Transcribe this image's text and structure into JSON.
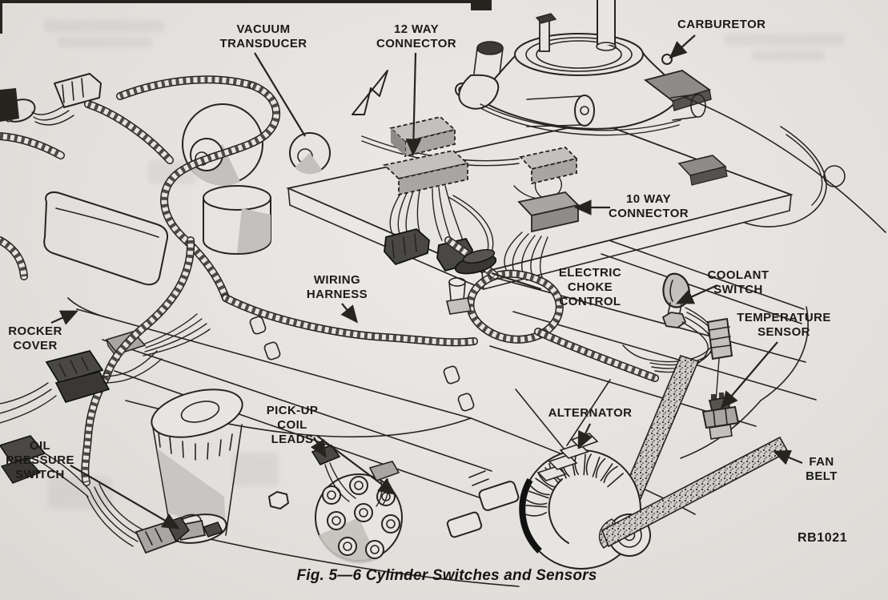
{
  "page": {
    "background_color": "#e5e3df",
    "ink_color": "#26241f"
  },
  "figure": {
    "caption": "Fig. 5—6 Cylinder Switches and Sensors",
    "reference_code": "RB1021"
  },
  "callouts": {
    "vacuum_transducer": "VACUUM\nTRANSDUCER",
    "twelve_way_connector": "12 WAY\nCONNECTOR",
    "carburetor": "CARBURETOR",
    "ten_way_connector": "10 WAY\nCONNECTOR",
    "wiring_harness": "WIRING\nHARNESS",
    "electric_choke_control": "ELECTRIC\nCHOKE\nCONTROL",
    "coolant_switch": "COOLANT\nSWITCH",
    "temperature_sensor": "TEMPERATURE\nSENSOR",
    "rocker_cover": "ROCKER\nCOVER",
    "oil_pressure_switch": "OIL\nPRESSURE\nSWITCH",
    "pick_up_coil_leads": "PICK-UP\nCOIL\nLEADS",
    "alternator": "ALTERNATOR",
    "fan_belt": "FAN\nBELT"
  }
}
